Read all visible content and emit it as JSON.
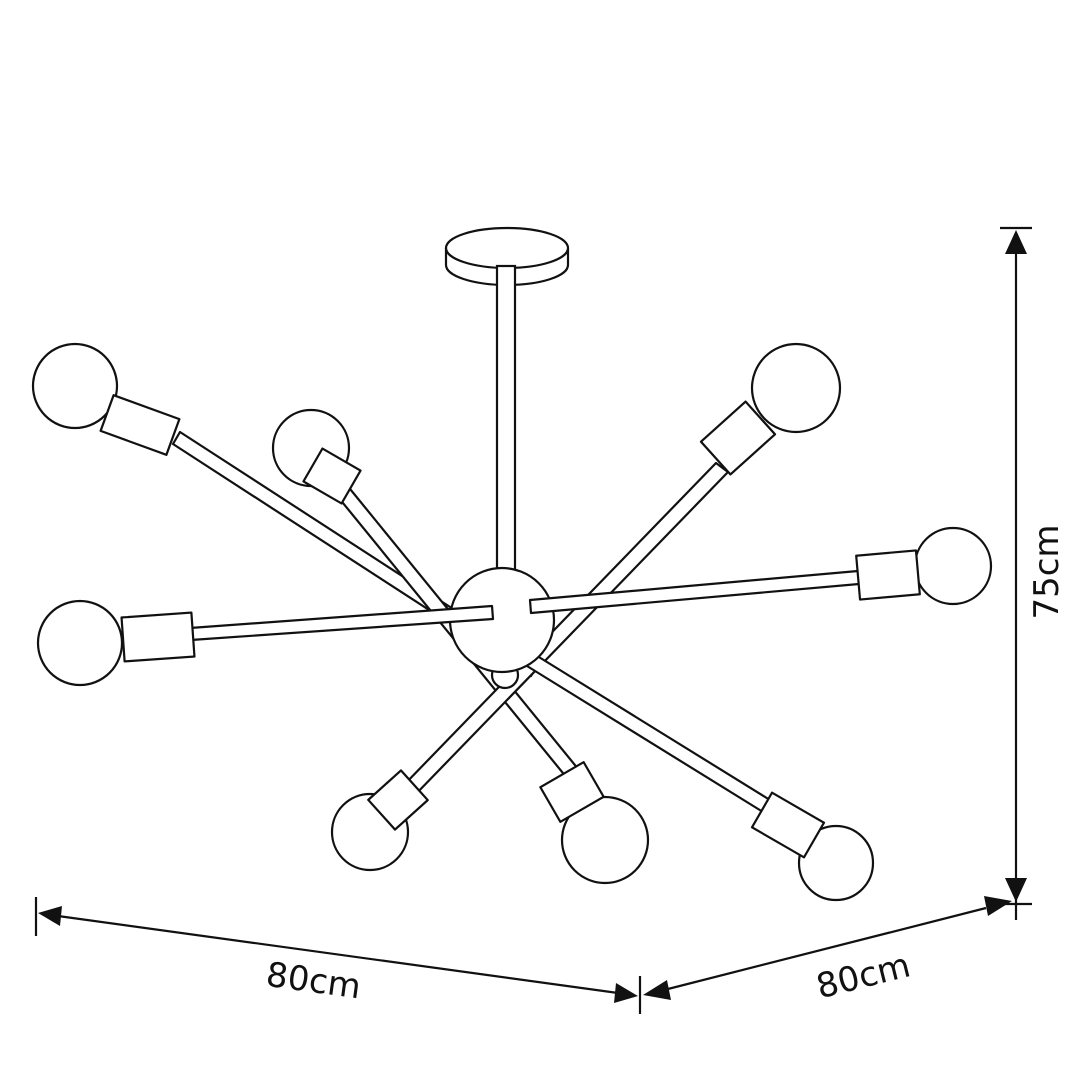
{
  "dimensions": {
    "width_label": "80cm",
    "depth_label": "80cm",
    "height_label": "75cm"
  },
  "colors": {
    "line": "#111111",
    "background": "#ffffff"
  }
}
